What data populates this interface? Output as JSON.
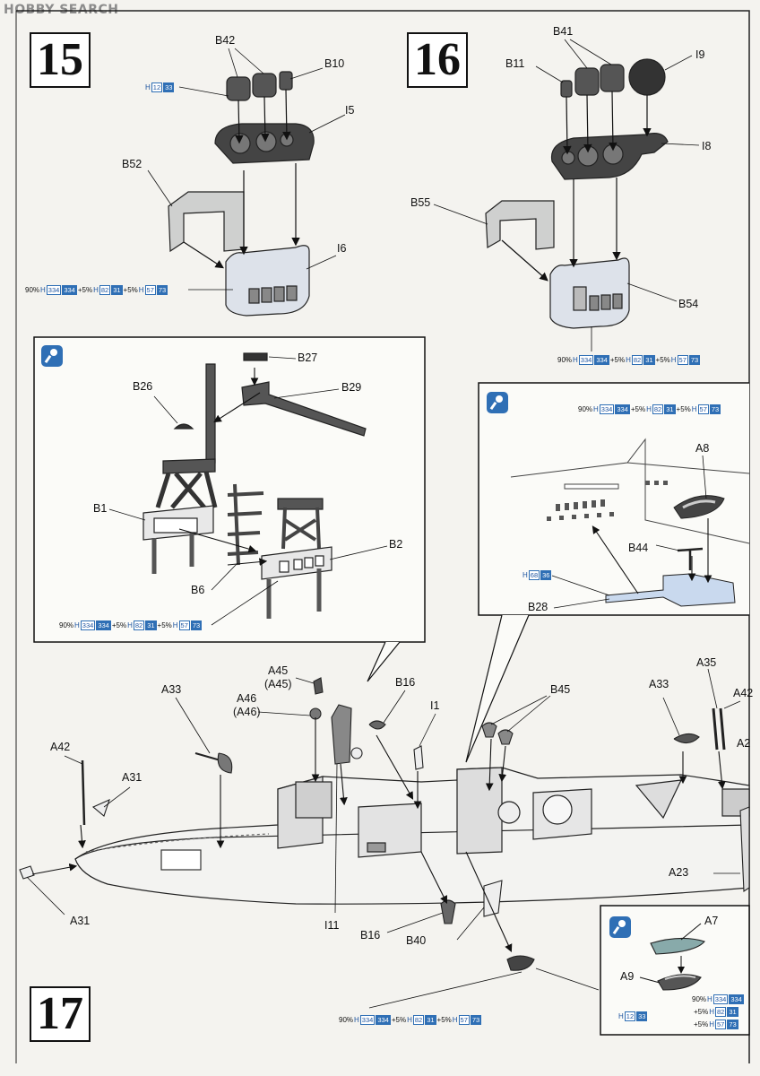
{
  "watermark": "HOBBY SEARCH",
  "steps": {
    "s15": "15",
    "s16": "16",
    "s17": "17"
  },
  "labels": {
    "B42": "B42",
    "B10": "B10",
    "I5": "I5",
    "B52": "B52",
    "I6": "I6",
    "B41": "B41",
    "B11": "B11",
    "I9": "I9",
    "I8": "I8",
    "B55": "B55",
    "B54": "B54",
    "B27": "B27",
    "B26": "B26",
    "B29": "B29",
    "B1": "B1",
    "B2": "B2",
    "B6": "B6",
    "A8": "A8",
    "B44": "B44",
    "B28": "B28",
    "A45": "A45",
    "A45p": "(A45)",
    "A46": "A46",
    "A46p": "(A46)",
    "A33a": "A33",
    "A33b": "A33",
    "B16a": "B16",
    "B16b": "B16",
    "I1": "I1",
    "B45": "B45",
    "A35": "A35",
    "A42a": "A42",
    "A42b": "A42",
    "A2": "A2",
    "A31a": "A31",
    "A31b": "A31",
    "A23": "A23",
    "I11": "I11",
    "B40": "B40",
    "A7": "A7",
    "A9": "A9"
  },
  "paints": {
    "pct90": "90%",
    "H": "H",
    "plus5": "+5%",
    "c334": "334",
    "c82": "82",
    "c31": "31",
    "c57": "57",
    "c73": "73",
    "c12": "12",
    "c33": "33",
    "c68": "68",
    "c36": "36"
  }
}
